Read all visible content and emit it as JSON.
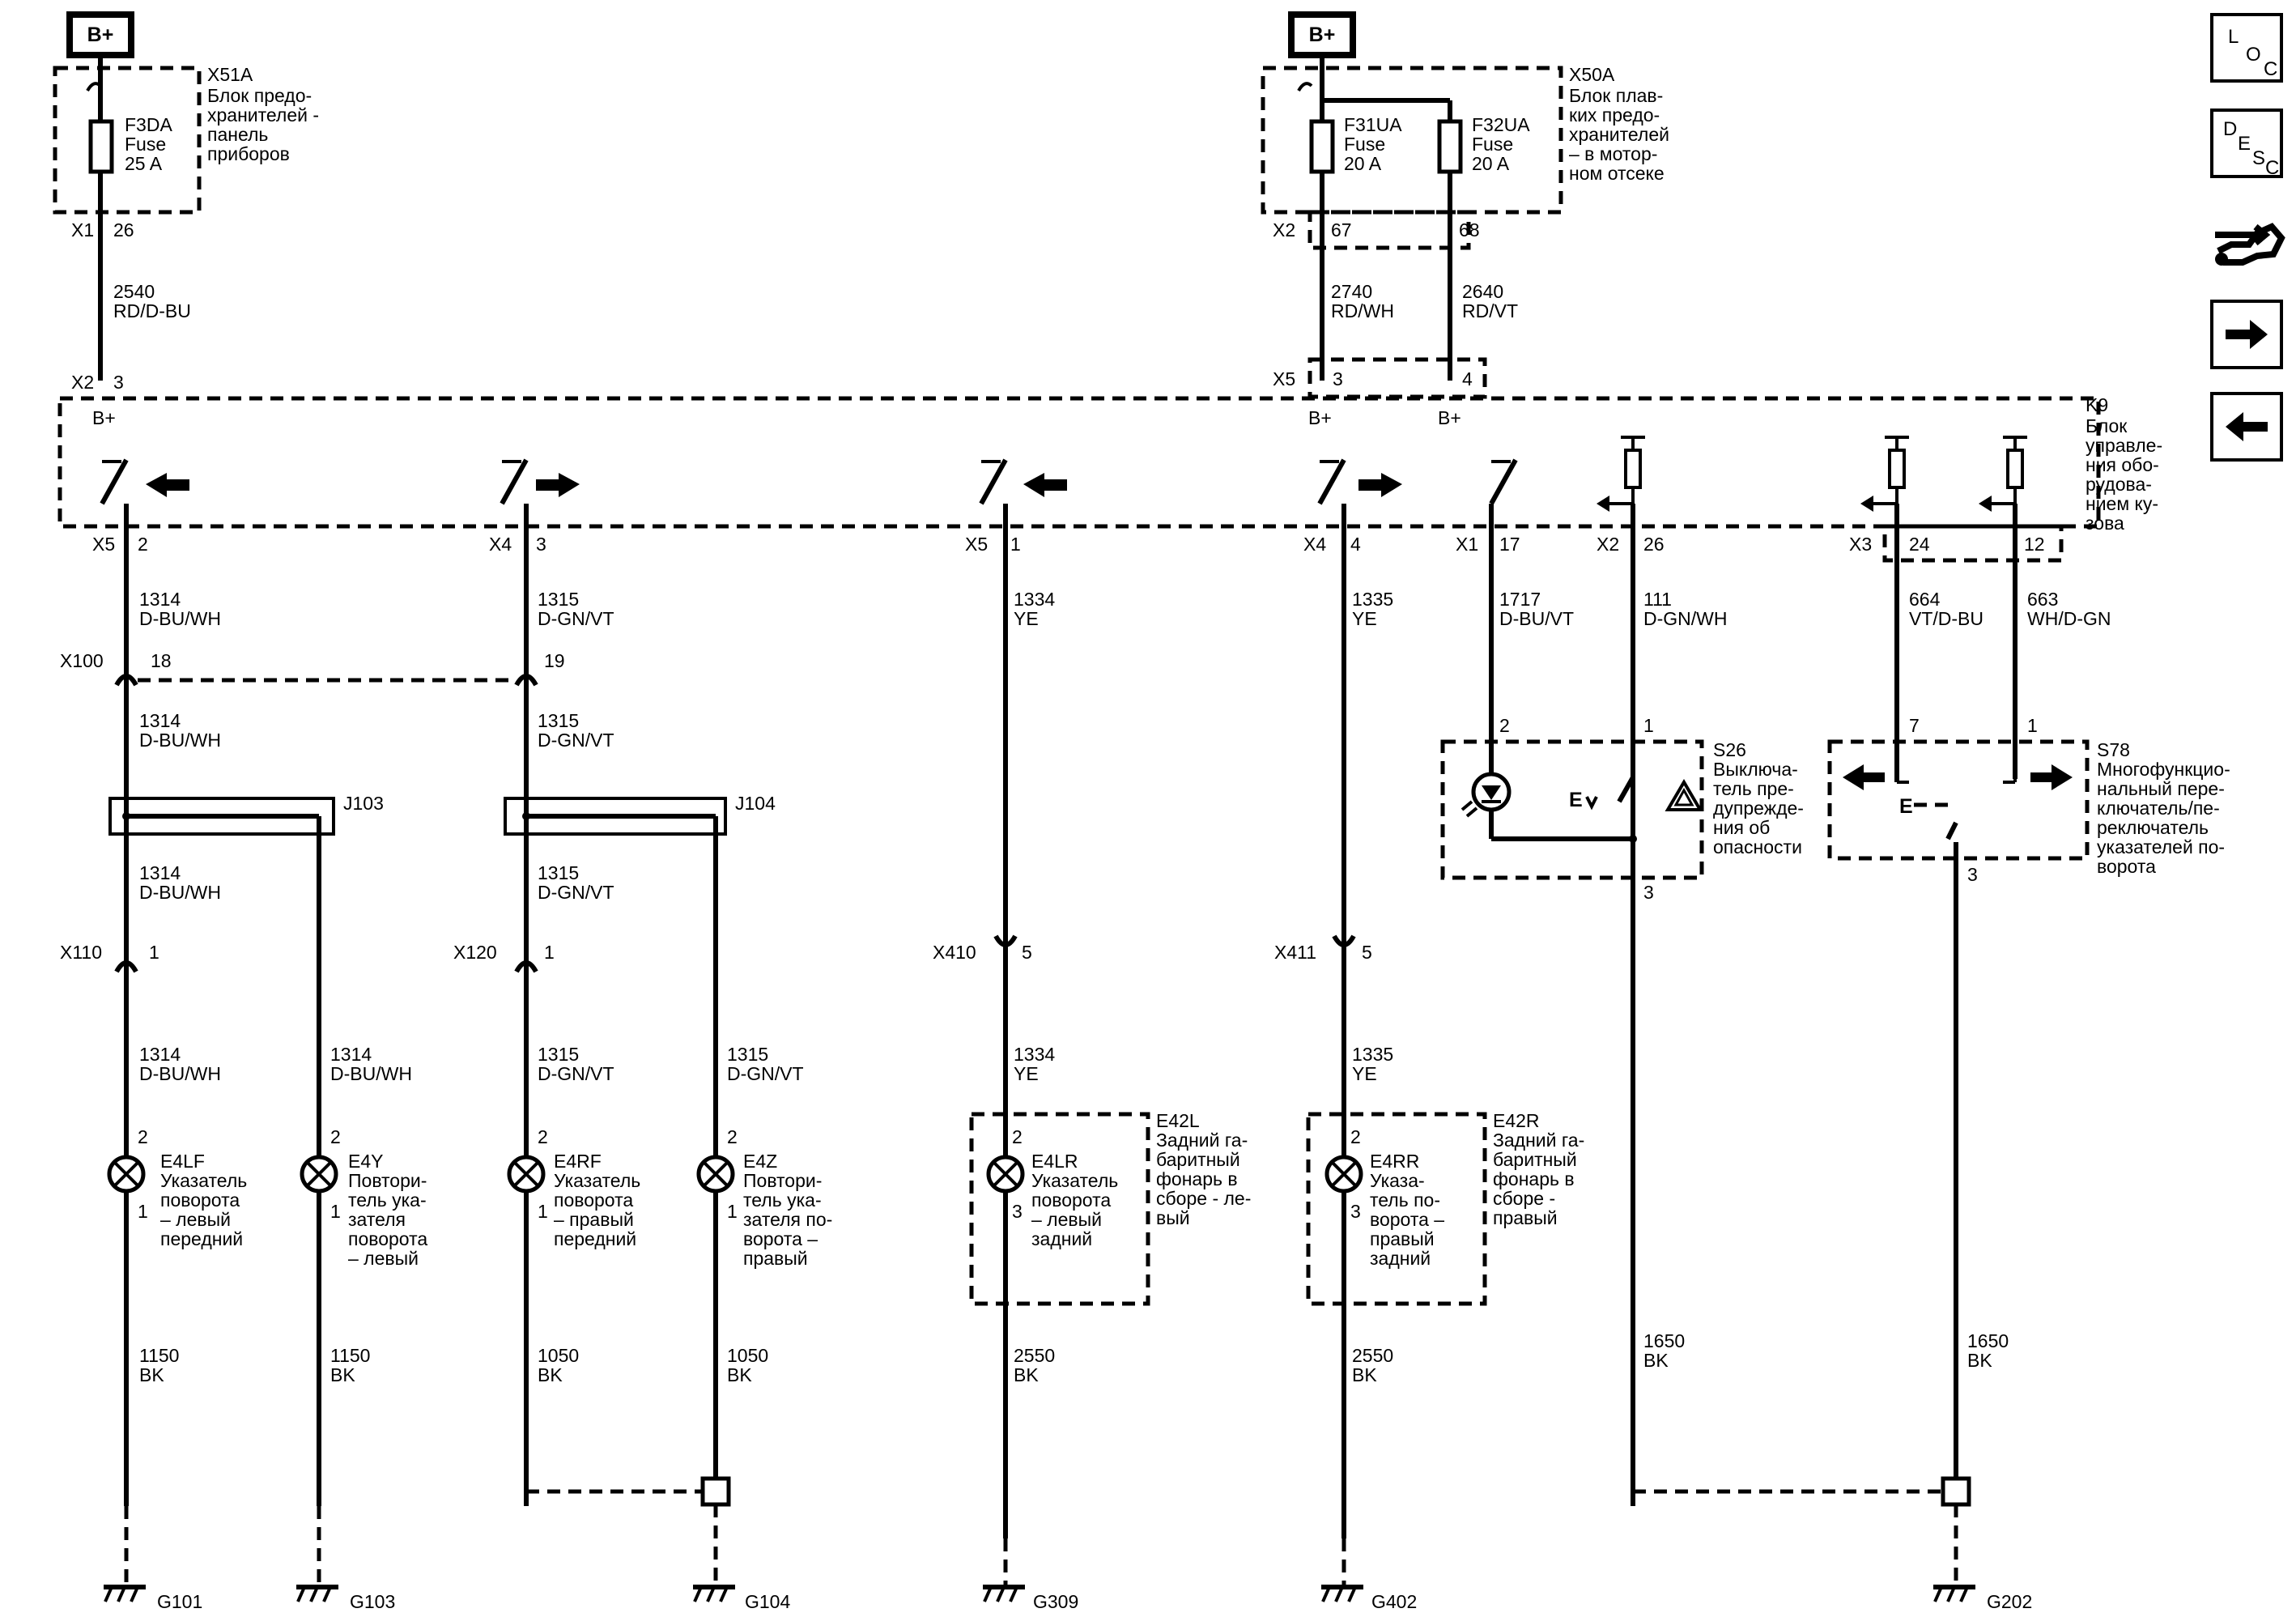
{
  "power": {
    "bplus": "B+"
  },
  "x51a": {
    "id": "X51A",
    "desc": [
      "Блок предо-",
      "хранителей -",
      "панель",
      "приборов"
    ],
    "fuse": [
      "F3DA",
      "Fuse",
      "25 A"
    ],
    "conn": "X1",
    "pin": "26"
  },
  "x50a": {
    "id": "X50A",
    "desc": [
      "Блок плав-",
      "ких предо-",
      "хранителей",
      "– в мотор-",
      "ном отсеке"
    ],
    "fuse1": [
      "F31UA",
      "Fuse",
      "20 A"
    ],
    "fuse2": [
      "F32UA",
      "Fuse",
      "20 A"
    ],
    "conn": "X2",
    "pin1": "67",
    "pin2": "68"
  },
  "wires_top": {
    "w2540": [
      "2540",
      "RD/D-BU"
    ],
    "w2740": [
      "2740",
      "RD/WH"
    ],
    "w2640": [
      "2640",
      "RD/VT"
    ]
  },
  "k9": {
    "id": "K9",
    "desc": [
      "Блок",
      "управле-",
      "ния обо-",
      "рудова-",
      "нием ку-",
      "зова"
    ],
    "in_x2": "X2",
    "in_x2_pin": "3",
    "in_x5": "X5",
    "in_x5_pin1": "3",
    "in_x5_pin2": "4",
    "outs": [
      {
        "conn": "X5",
        "pin": "2"
      },
      {
        "conn": "X4",
        "pin": "3"
      },
      {
        "conn": "X5",
        "pin": "1"
      },
      {
        "conn": "X4",
        "pin": "4"
      },
      {
        "conn": "X1",
        "pin": "17"
      },
      {
        "conn": "X2",
        "pin": "26"
      },
      {
        "conn": "X3",
        "pin": "24"
      },
      {
        "conn": "",
        "pin": "12"
      }
    ]
  },
  "wires_mid": {
    "w1314": [
      "1314",
      "D-BU/WH"
    ],
    "w1315": [
      "1315",
      "D-GN/VT"
    ],
    "w1334": [
      "1334",
      "YE"
    ],
    "w1335": [
      "1335",
      "YE"
    ],
    "w1717": [
      "1717",
      "D-BU/VT"
    ],
    "w111": [
      "111",
      "D-GN/WH"
    ],
    "w664": [
      "664",
      "VT/D-BU"
    ],
    "w663": [
      "663",
      "WH/D-GN"
    ]
  },
  "x100": {
    "id": "X100",
    "pin1": "18",
    "pin2": "19"
  },
  "splices": {
    "j103": "J103",
    "j104": "J104"
  },
  "inline": {
    "x110": {
      "id": "X110",
      "pin": "1"
    },
    "x120": {
      "id": "X120",
      "pin": "1"
    },
    "x410": {
      "id": "X410",
      "pin": "5"
    },
    "x411": {
      "id": "X411",
      "pin": "5"
    }
  },
  "s26": {
    "id": "S26",
    "desc": [
      "Выключа-",
      "тель пре-",
      "дупрежде-",
      "ния об",
      "опасности"
    ],
    "pin_a": "2",
    "pin_b": "1",
    "pin_out": "3"
  },
  "s78": {
    "id": "S78",
    "desc": [
      "Многофункцио-",
      "нальный пере-",
      "ключатель/пе-",
      "реключатель",
      "указателей по-",
      "ворота"
    ],
    "pin_a": "7",
    "pin_b": "1",
    "pin_out": "3"
  },
  "lamps": [
    {
      "id": "E4LF",
      "desc": [
        "Указатель",
        "поворота",
        "– левый",
        "передний"
      ],
      "p_top": "2",
      "p_bot": "1"
    },
    {
      "id": "E4Y",
      "desc": [
        "Повтори-",
        "тель ука-",
        "зателя",
        "поворота",
        "– левый"
      ],
      "p_top": "2",
      "p_bot": "1"
    },
    {
      "id": "E4RF",
      "desc": [
        "Указатель",
        "поворота",
        "– правый",
        "передний"
      ],
      "p_top": "2",
      "p_bot": "1"
    },
    {
      "id": "E4Z",
      "desc": [
        "Повтори-",
        "тель ука-",
        "зателя по-",
        "ворота –",
        "правый"
      ],
      "p_top": "2",
      "p_bot": "1"
    },
    {
      "id": "E4LR",
      "desc": [
        "Указатель",
        "поворота",
        "– левый",
        "задний"
      ],
      "p_top": "2",
      "p_bot": "3"
    },
    {
      "id": "E4RR",
      "desc": [
        "Указа-",
        "тель по-",
        "ворота –",
        "правый",
        "задний"
      ],
      "p_top": "2",
      "p_bot": "3"
    }
  ],
  "assemblies": {
    "e42l": {
      "id": "E42L",
      "desc": [
        "Задний га-",
        "баритный",
        "фонарь в",
        "сборе - ле-",
        "вый"
      ]
    },
    "e42r": {
      "id": "E42R",
      "desc": [
        "Задний га-",
        "баритный",
        "фонарь в",
        "сборе -",
        "правый"
      ]
    }
  },
  "wires_bottom": {
    "w1150a": [
      "1150",
      "BK"
    ],
    "w1150b": [
      "1150",
      "BK"
    ],
    "w1050a": [
      "1050",
      "BK"
    ],
    "w1050b": [
      "1050",
      "BK"
    ],
    "w2550a": [
      "2550",
      "BK"
    ],
    "w2550b": [
      "2550",
      "BK"
    ],
    "w1650a": [
      "1650",
      "BK"
    ],
    "w1650b": [
      "1650",
      "BK"
    ]
  },
  "grounds": [
    "G101",
    "G103",
    "G104",
    "G309",
    "G402",
    "G202"
  ],
  "nav": {
    "loc": [
      "L",
      "O",
      "C"
    ],
    "desc": [
      "D",
      "E",
      "S",
      "C"
    ]
  }
}
